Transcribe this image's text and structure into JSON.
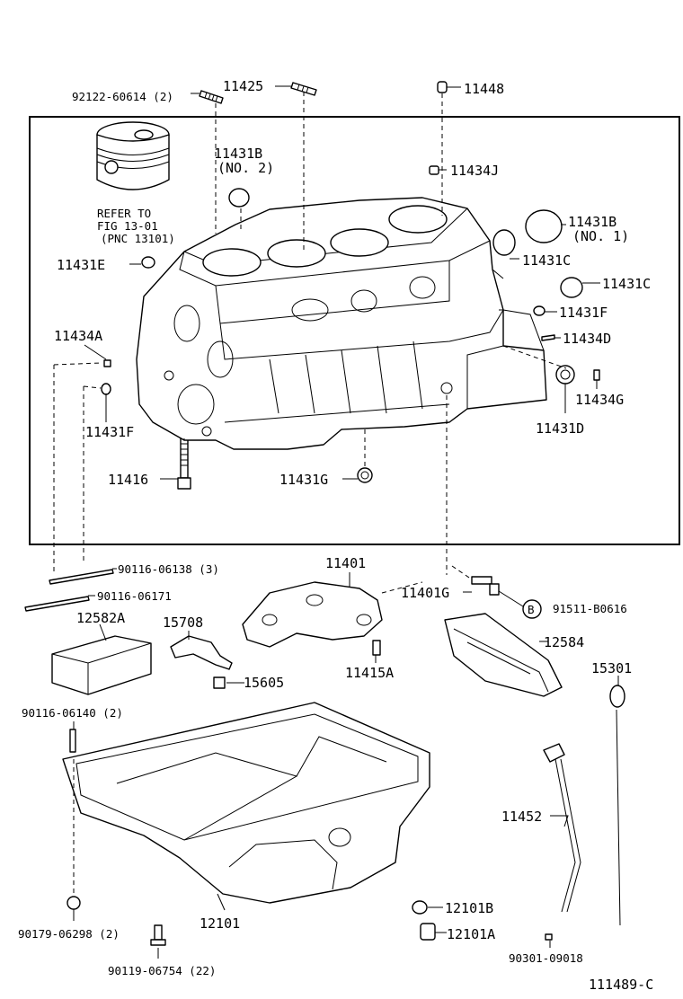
{
  "labels": {
    "l_92122": "92122-60614 (2)",
    "l_11425": "11425",
    "l_11448": "11448",
    "l_11431b2": "11431B",
    "l_no2": "(NO. 2)",
    "l_11434j": "11434J",
    "l_refer1": "REFER TO",
    "l_refer2": "FIG 13-01",
    "l_refer3": "(PNC 13101)",
    "l_11431b1": "11431B",
    "l_no1": "(NO. 1)",
    "l_11431e": "11431E",
    "l_11431c1": "11431C",
    "l_11431c2": "11431C",
    "l_11431f1": "11431F",
    "l_11434a": "11434A",
    "l_11434d": "11434D",
    "l_11434g": "11434G",
    "l_11431f2": "11431F",
    "l_11431d": "11431D",
    "l_11416": "11416",
    "l_11431g": "11431G",
    "l_90116_138": "90116-06138 (3)",
    "l_11401": "11401",
    "l_90116_171": "90116-06171",
    "l_11401g": "11401G",
    "l_b": "B",
    "l_91511": "91511-B0616",
    "l_12582a": "12582A",
    "l_15708": "15708",
    "l_12584": "12584",
    "l_15605": "15605",
    "l_11415a": "11415A",
    "l_15301": "15301",
    "l_90116_140": "90116-06140 (2)",
    "l_11452": "11452",
    "l_12101b": "12101B",
    "l_90179": "90179-06298 (2)",
    "l_12101": "12101",
    "l_12101a": "12101A",
    "l_90119": "90119-06754 (22)",
    "l_90301": "90301-09018",
    "l_ref": "111489-C"
  }
}
